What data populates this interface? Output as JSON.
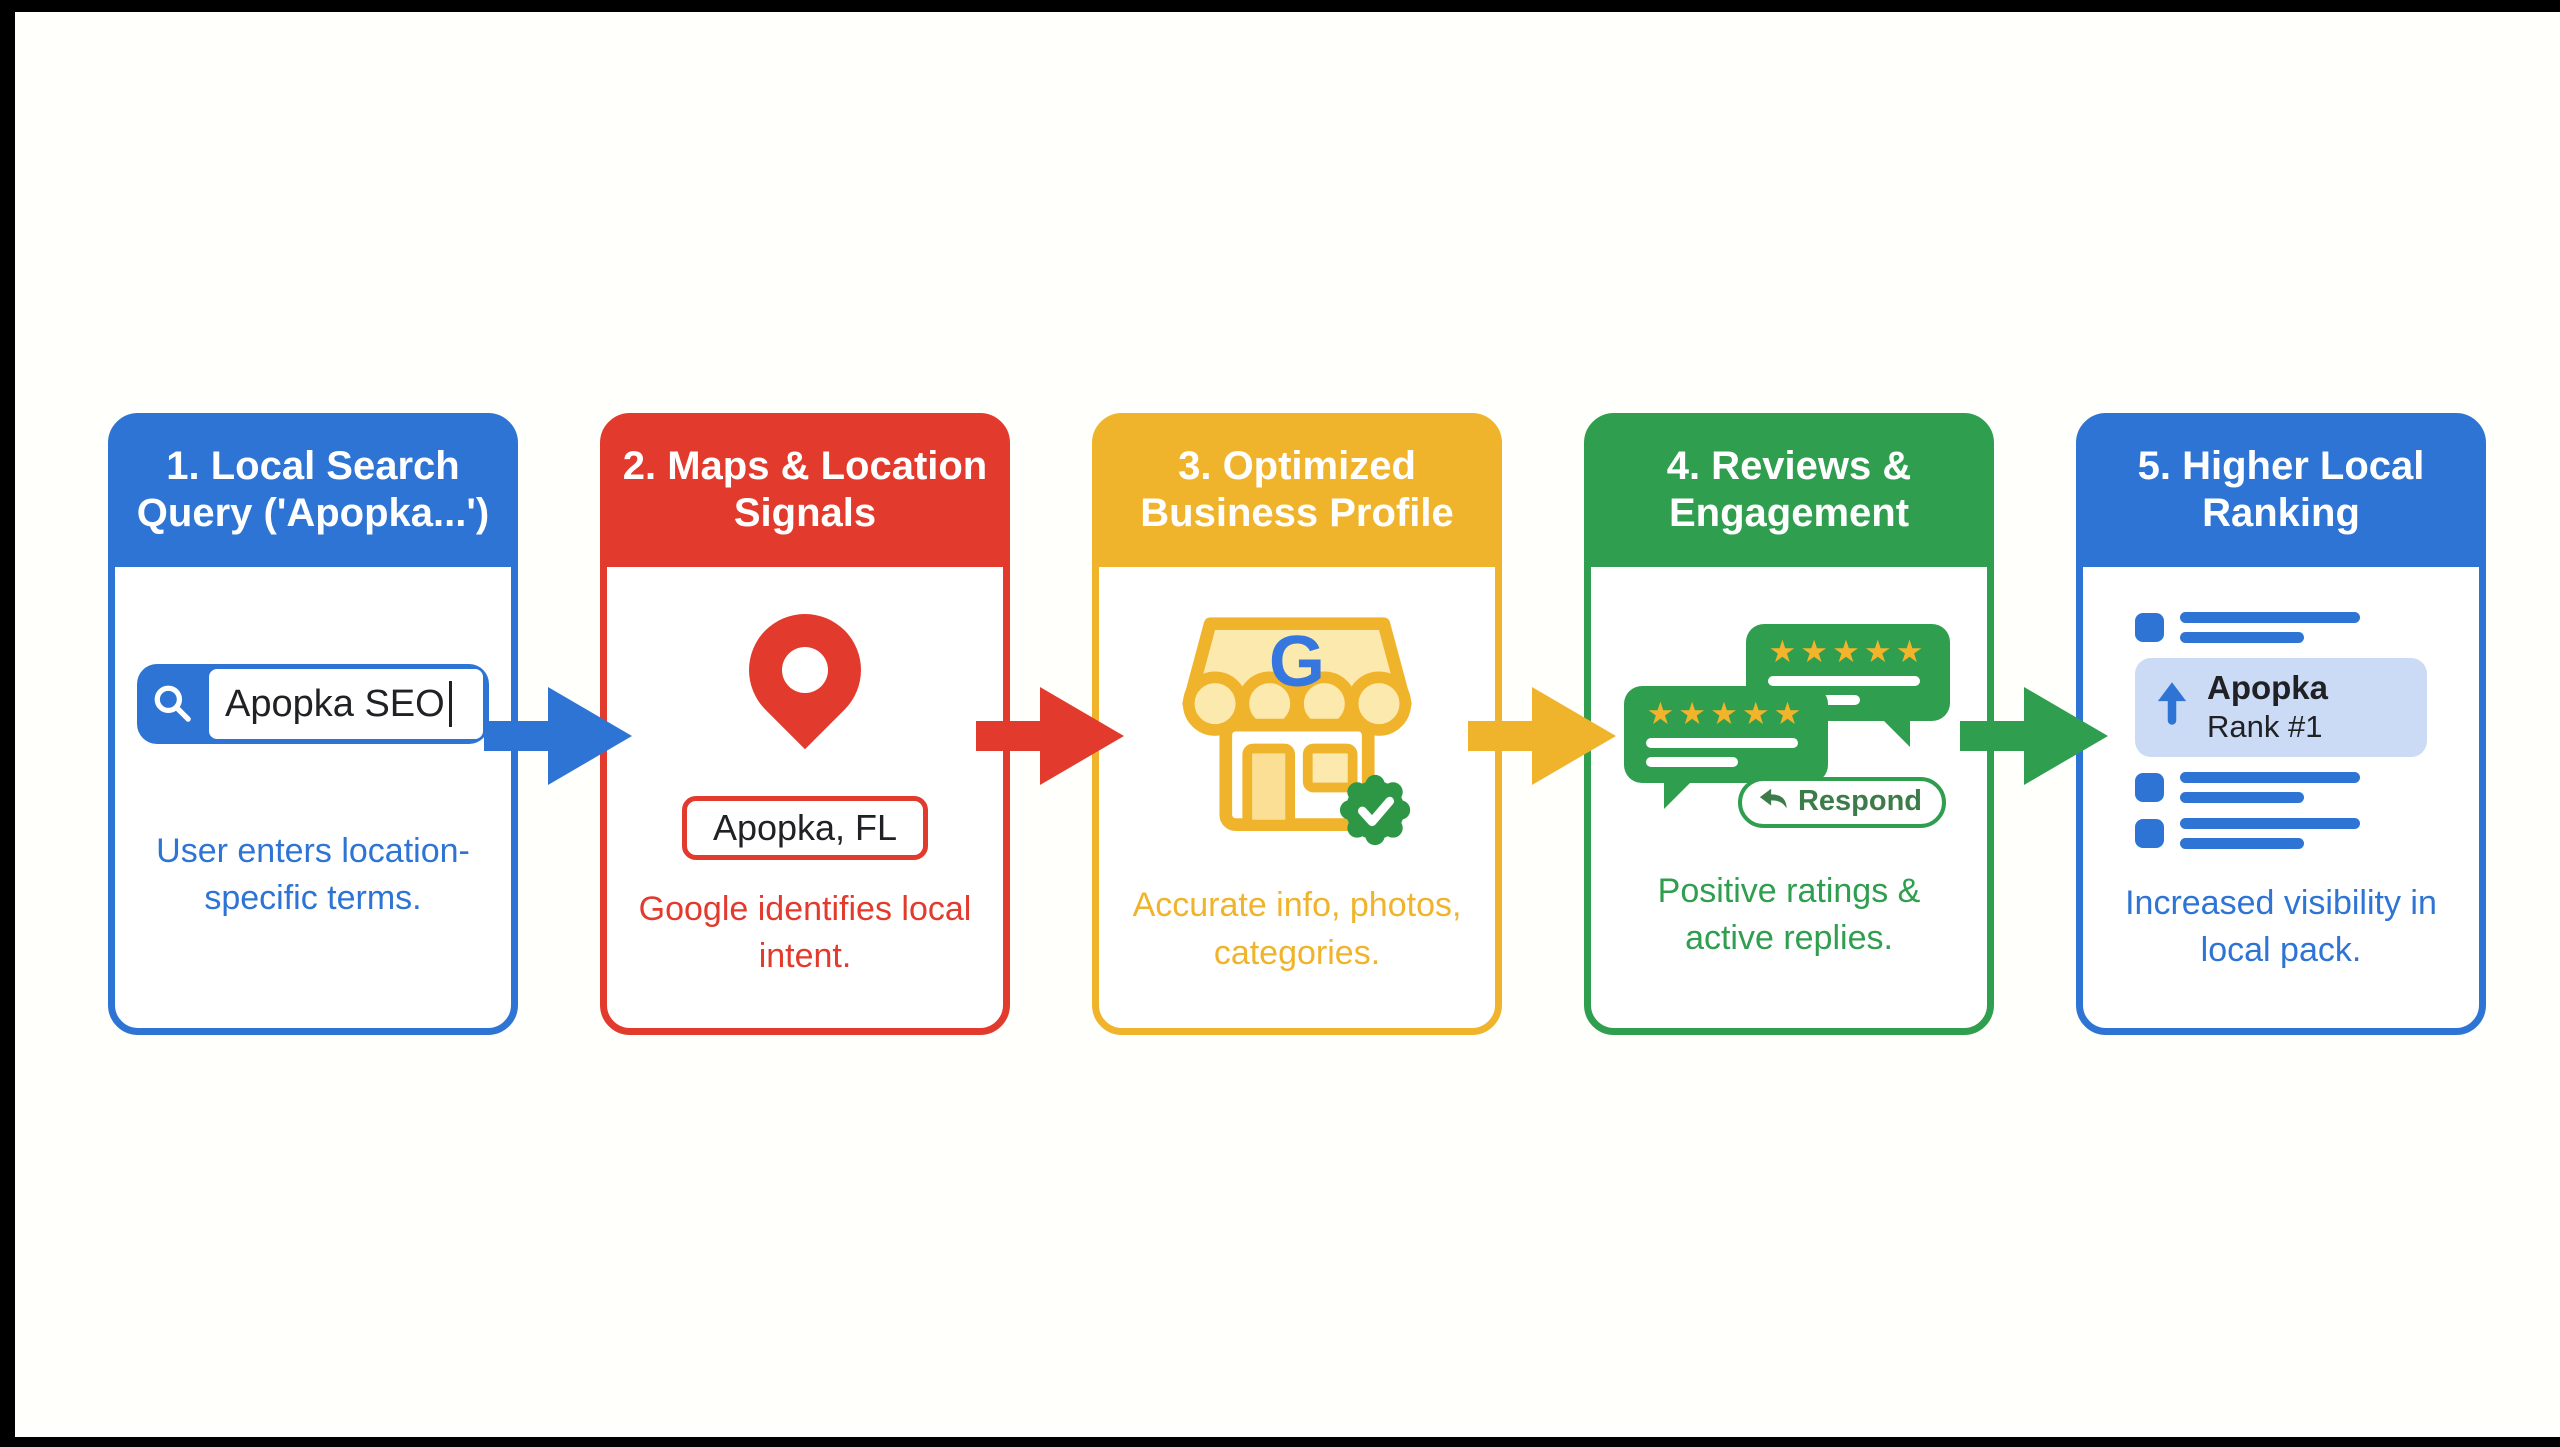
{
  "frame": {
    "bar_color": "#000000",
    "canvas_bg": "#fffffb"
  },
  "steps": [
    {
      "title": "1. Local Search Query ('Apopka...')",
      "accent": "#2E74D4",
      "caption": "User enters location-specific terms.",
      "search_query": "Apopka SEO"
    },
    {
      "title": "2. Maps & Location Signals",
      "accent": "#E23B2E",
      "caption": "Google identifies local intent.",
      "location_label": "Apopka, FL"
    },
    {
      "title": "3. Optimized Business Profile",
      "accent": "#F0B42C",
      "caption": "Accurate info, photos, categories.",
      "logo_letter": "G",
      "awning_fill": "#FCE9AE",
      "door_fill": "#FBDF95",
      "badge_color": "#2D9746",
      "g_color": "#3677DF"
    },
    {
      "title": "4. Reviews & Engagement",
      "accent": "#2F9E4F",
      "caption": "Positive ratings & active replies.",
      "stars": "★★★★★",
      "respond_label": "Respond",
      "star_color": "#F2B42B"
    },
    {
      "title": "5. Higher Local Ranking",
      "accent": "#2E74D4",
      "caption": "Increased visibility in local pack.",
      "rank_name": "Apopka",
      "rank_value": "Rank #1",
      "highlight_bg": "#CBDBF5"
    }
  ],
  "arrows": [
    {
      "color": "#2E74D4"
    },
    {
      "color": "#E23B2E"
    },
    {
      "color": "#F0B42C"
    },
    {
      "color": "#2F9E4F"
    }
  ]
}
